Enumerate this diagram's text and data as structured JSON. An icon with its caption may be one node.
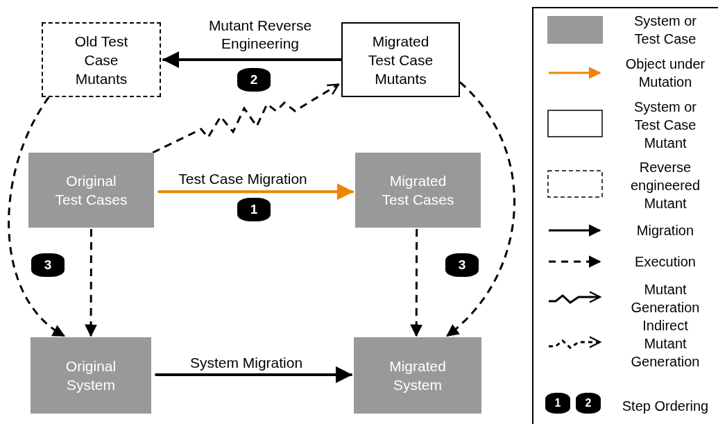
{
  "diagram": {
    "nodes": [
      {
        "text": [
          "Old Test Case Mutants"
        ]
      },
      {
        "text": [
          "Migrated Test Case Mutants"
        ]
      },
      {
        "text": [
          "Original Test Cases"
        ]
      },
      {
        "text": [
          "Migrated Test Cases"
        ]
      },
      {
        "text": [
          "Original System"
        ]
      },
      {
        "text": [
          "Migrated System"
        ]
      }
    ],
    "edges": [
      {
        "from": 1,
        "to": 0,
        "arrow": "to",
        "label": "Mutant Reverse Engineering"
      },
      {
        "from": 2,
        "to": 1,
        "arrow": "to",
        "style": "dashed"
      },
      {
        "from": 2,
        "to": 3,
        "arrow": "to",
        "label": "Test Case Migration",
        "color": "#ee8500"
      },
      {
        "from": 0,
        "to": 4,
        "arrow": "to",
        "style": "dashed"
      },
      {
        "from": 2,
        "to": 4,
        "arrow": "to",
        "style": "dashed"
      },
      {
        "from": 3,
        "to": 5,
        "arrow": "to",
        "style": "dashed"
      },
      {
        "from": 1,
        "to": 5,
        "arrow": "to",
        "style": "dashed"
      },
      {
        "from": 4,
        "to": 5,
        "arrow": "to",
        "label": "System Migration"
      }
    ],
    "labels": [
      "2",
      "1",
      "3",
      "3",
      "1",
      "2"
    ],
    "legend": [
      {
        "text": "System or Test Case",
        "color": "#999999"
      },
      {
        "text": "Object under Mutation"
      },
      {
        "text": "System or Test Case Mutant"
      },
      {
        "text": "Reverse engineered Mutant"
      },
      {
        "text": "Migration"
      },
      {
        "text": "Execution"
      },
      {
        "text": "Mutant Generation"
      },
      {
        "text": "Indirect Mutant Generation"
      },
      {
        "text": "Step Ordering"
      }
    ]
  }
}
